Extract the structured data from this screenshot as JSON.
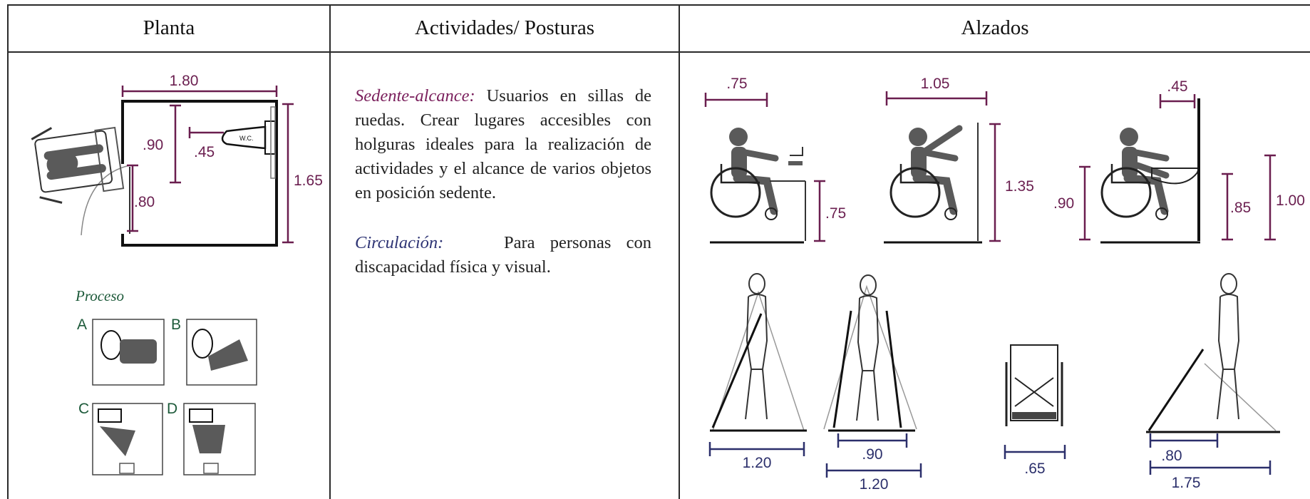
{
  "headers": {
    "planta": "Planta",
    "actividades": "Actividades/ Posturas",
    "alzados": "Alzados"
  },
  "text": {
    "sedente_term": "Sedente-alcance:",
    "sedente_desc": " Usuarios en sillas de ruedas. Crear lugares accesibles con holguras ideales para la realización de actividades y el alcance de varios objetos en posición sedente.",
    "circulacion_term": "Circulación:",
    "circulacion_desc": "Para personas con discapacidad física y visual."
  },
  "planta": {
    "width": "1.80",
    "height": "1.65",
    "d90": ".90",
    "d45": ".45",
    "d80": ".80",
    "wc": "W.C.",
    "proceso": "Proceso",
    "steps": [
      "A",
      "B",
      "C",
      "D"
    ]
  },
  "alzados": {
    "top": {
      "f1_reach": ".75",
      "f1_height": ".75",
      "f2_reach": "1.05",
      "f2_height": "1.35",
      "f3_reach": ".45",
      "f3_left": ".90",
      "f3_mid": ".85",
      "f3_right": "1.00"
    },
    "bottom": {
      "crutch_side": "1.20",
      "crutch_front_inner": ".90",
      "crutch_front_outer": "1.20",
      "wheelchair": ".65",
      "cane_inner": ".80",
      "cane_outer": "1.75"
    }
  },
  "colors": {
    "dim_planta": "#6a1e4f",
    "dim_top": "#6a1e4f",
    "dim_bottom": "#2b2f6b",
    "figure": "#555555"
  }
}
